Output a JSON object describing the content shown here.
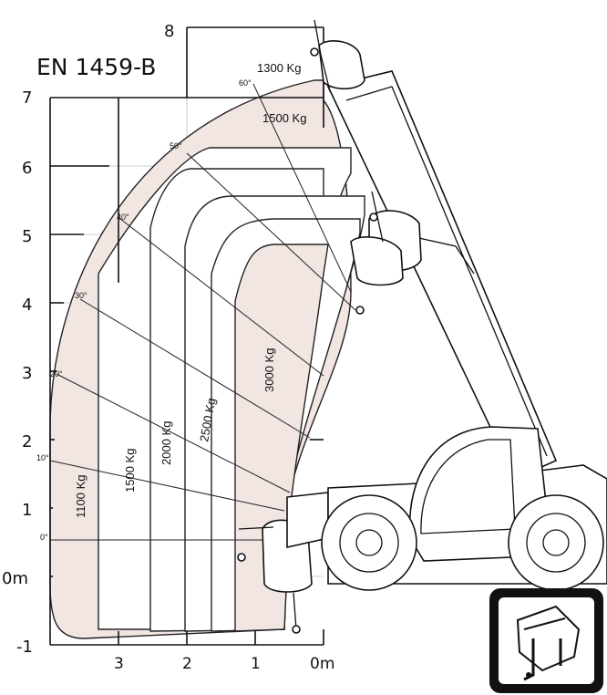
{
  "title": "EN 1459-B",
  "y_axis": {
    "labels": [
      "8",
      "7",
      "6",
      "5",
      "4",
      "3",
      "2",
      "1",
      "0m",
      "-1"
    ]
  },
  "x_axis": {
    "labels": [
      "3",
      "2",
      "1",
      "0m"
    ]
  },
  "boom_angles": [
    "60°",
    "50°",
    "40°",
    "30°",
    "20°",
    "10°",
    "0°"
  ],
  "load_zones": [
    "1300 Kg",
    "1500 Kg",
    "1100 Kg",
    "1500 Kg",
    "2000 Kg",
    "2500 Kg",
    "3000 Kg"
  ],
  "icons": {
    "attachment": "fork-carriage-icon"
  },
  "colors": {
    "zone_fill": "#f2e6e3",
    "line": "#111111"
  }
}
